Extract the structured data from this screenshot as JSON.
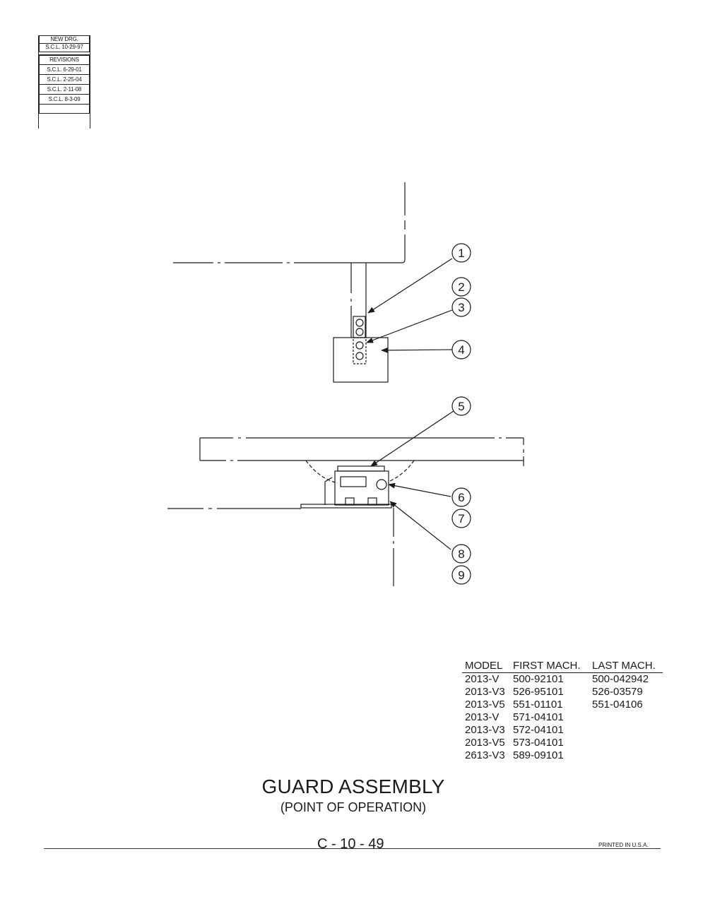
{
  "revision_block": {
    "new_drawing_label": "NEW DRG.",
    "new_drawing_entry": "S.C.L. 10-29-97",
    "revisions_header": "REVISIONS",
    "revisions": [
      "S.C.L. 6-29-01",
      "S.C.L. 2-25-04",
      "S.C.L. 2-11-08",
      "S.C.L. 8-3-09"
    ]
  },
  "callouts": [
    "1",
    "2",
    "3",
    "4",
    "5",
    "6",
    "7",
    "8",
    "9"
  ],
  "table": {
    "headers": [
      "MODEL",
      "FIRST MACH.",
      "LAST MACH."
    ],
    "rows": [
      [
        "2013-V",
        "500-92101",
        "500-042942"
      ],
      [
        "2013-V3",
        "526-95101",
        "526-03579"
      ],
      [
        "2013-V5",
        "551-01101",
        "551-04106"
      ],
      [
        "2013-V",
        "571-04101",
        ""
      ],
      [
        "2013-V3",
        "572-04101",
        ""
      ],
      [
        "2013-V5",
        "573-04101",
        ""
      ],
      [
        "2613-V3",
        "589-09101",
        ""
      ]
    ]
  },
  "title": "GUARD ASSEMBLY",
  "subtitle": "(POINT OF OPERATION)",
  "page_number": "C - 10 - 49",
  "printed_note": "PRINTED IN U.S.A."
}
